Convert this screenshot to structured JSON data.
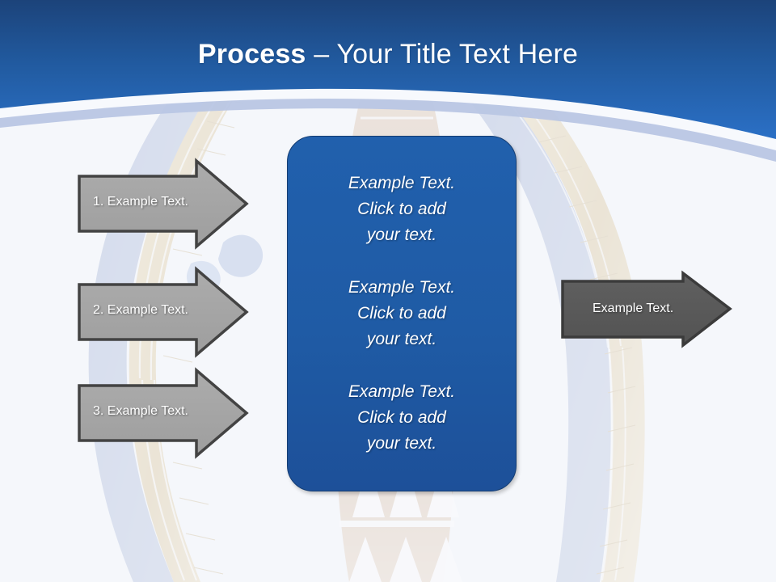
{
  "slide": {
    "title_strong": "Process",
    "title_rest": " – Your Title Text Here",
    "background_color": "#f5f7fb",
    "header_color_top": "#1e4a85",
    "header_color_bottom": "#2a6dc4",
    "header_band_color": "#b9c6e4",
    "accent_blue": "#1f5ba5",
    "arrow_light_gray": "#a6a6a6",
    "arrow_dark_gray": "#595959",
    "arrow_border": "#3f3f3f"
  },
  "left_arrows": [
    {
      "label": "1. Example Text."
    },
    {
      "label": "2. Example Text."
    },
    {
      "label": "3. Example Text."
    }
  ],
  "panel": {
    "blocks": [
      {
        "line1": "Example Text.",
        "line2": "Click  to add",
        "line3": "your text."
      },
      {
        "line1": "Example Text.",
        "line2": "Click  to add",
        "line3": "your text."
      },
      {
        "line1": "Example Text.",
        "line2": "Click  to add",
        "line3": "your text."
      }
    ]
  },
  "right_arrow": {
    "label": "Example Text."
  }
}
